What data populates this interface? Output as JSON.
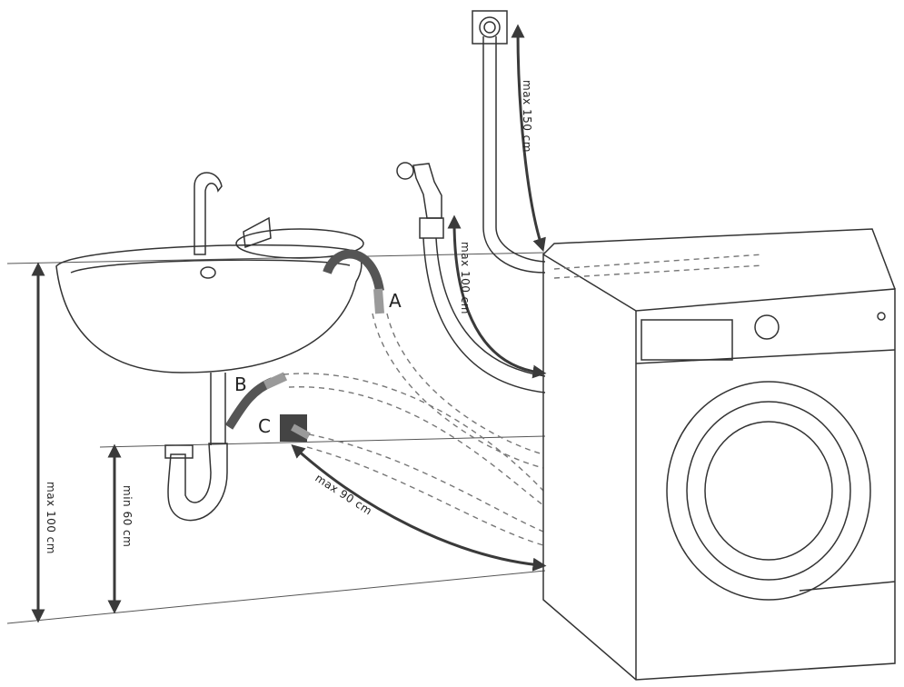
{
  "labels": {
    "outlet_a": "A",
    "outlet_b": "B",
    "outlet_c": "C"
  },
  "dimensions": {
    "standpipe_height": "max 150 cm",
    "tap_hose_height": "max 100 cm",
    "max_height_left": "max 100 cm",
    "min_height": "min 60 cm",
    "hose_length": "max 90 cm"
  },
  "colors": {
    "line": "#333333",
    "hose_highlight": "#9a9a9a",
    "background": "#ffffff"
  }
}
